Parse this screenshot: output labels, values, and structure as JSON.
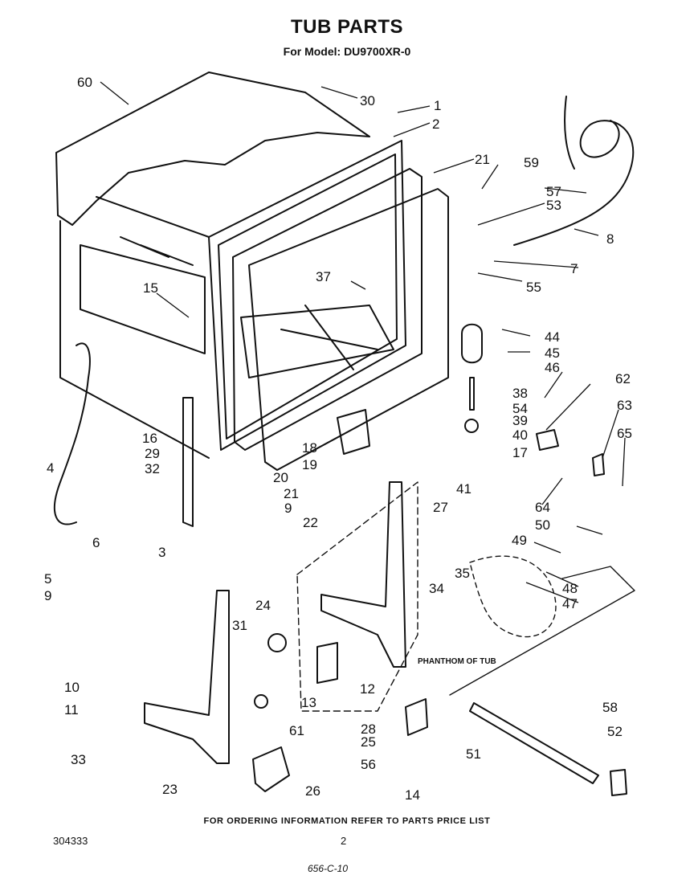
{
  "header": {
    "title": "TUB PARTS",
    "model": "For Model: DU9700XR-0"
  },
  "footer": {
    "ordering_note": "FOR ORDERING INFORMATION REFER TO PARTS PRICE LIST",
    "doc_number": "304333",
    "page_number": "2",
    "handwritten_note": "656-C-10"
  },
  "annotation": {
    "phantom_tub": "PHANTHOM OF TUB"
  },
  "callouts": [
    "60",
    "30",
    "1",
    "2",
    "21",
    "59",
    "57",
    "53",
    "8",
    "7",
    "55",
    "37",
    "15",
    "44",
    "45",
    "46",
    "62",
    "63",
    "65",
    "38",
    "54",
    "39",
    "40",
    "17",
    "16",
    "4",
    "29",
    "32",
    "18",
    "19",
    "20",
    "21",
    "41",
    "27",
    "9",
    "22",
    "6",
    "64",
    "50",
    "49",
    "48",
    "47",
    "3",
    "5",
    "9",
    "34",
    "35",
    "24",
    "31",
    "12",
    "13",
    "10",
    "11",
    "61",
    "28",
    "25",
    "56",
    "58",
    "52",
    "51",
    "33",
    "23",
    "26",
    "14"
  ]
}
